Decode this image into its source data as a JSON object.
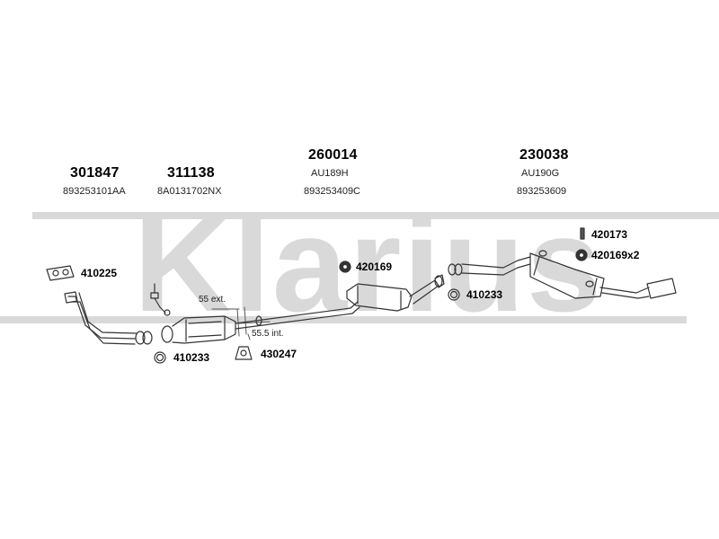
{
  "watermark": {
    "brand": "Klarius",
    "color": "#d9d9d9"
  },
  "parts": [
    {
      "number": "301847",
      "reference": "893253101AA"
    },
    {
      "number": "311138",
      "reference": "8A0131702NX"
    },
    {
      "number": "260014",
      "model": "AU189H",
      "reference": "893253409C"
    },
    {
      "number": "230038",
      "model": "AU190G",
      "reference": "893253609"
    }
  ],
  "callouts": {
    "gasket_front": "410225",
    "ring_front": "410233",
    "hanger_mount": "430247",
    "rubber_mid": "420169",
    "ring_mid": "410233",
    "bracket_rear": "420173",
    "rubber_rear": "420169x2"
  },
  "notes": {
    "ext_length": "55 ext.",
    "int_length": "55.5 int."
  }
}
